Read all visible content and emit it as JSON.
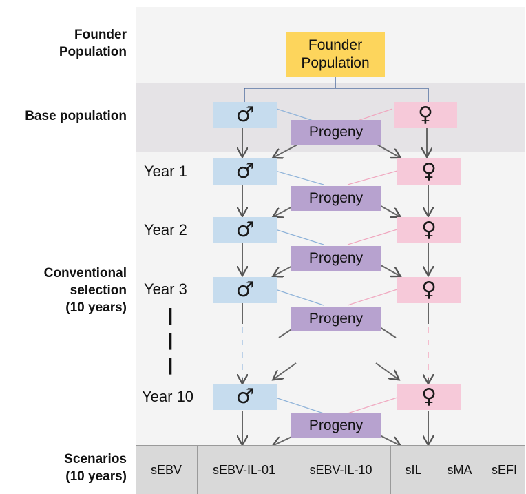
{
  "labels": {
    "founder": "Founder\nPopulation",
    "base": "Base population",
    "conventional": "Conventional\nselection\n(10 years)",
    "scenarios": "Scenarios\n(10 years)"
  },
  "founder_box": "Founder\nPopulation",
  "male_symbol": "♂",
  "female_symbol": "♀",
  "progeny_label": "Progeny",
  "years": [
    "Year 1",
    "Year 2",
    "Year 3",
    "Year 10"
  ],
  "scenarios": [
    "sEBV",
    "sEBV-IL-01",
    "sEBV-IL-10",
    "sIL",
    "sMA",
    "sEFI"
  ],
  "colors": {
    "male": "#c6dcee",
    "female": "#f6c9d9",
    "progeny": "#b7a2cf",
    "founder": "#fdd55c",
    "male_line": "#8fb3d9",
    "female_line": "#f0a7bf"
  }
}
